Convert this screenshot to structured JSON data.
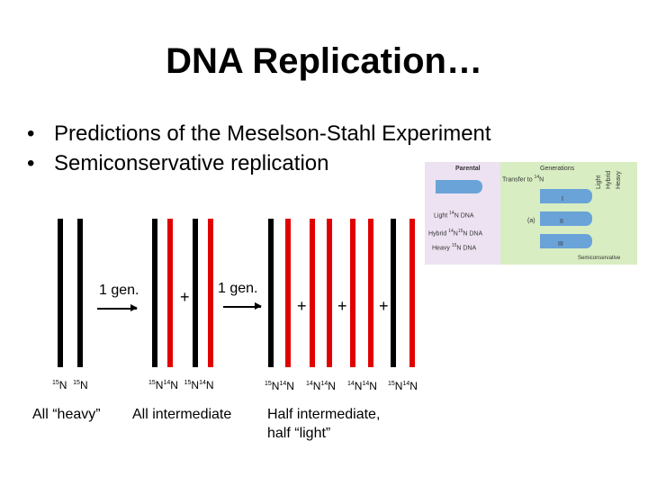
{
  "title": "DNA Replication…",
  "bullets": [
    "Predictions of the Meselson-Stahl Experiment",
    "Semiconservative replication"
  ],
  "generation_labels": [
    "1 gen.",
    "1 gen."
  ],
  "plus": "+",
  "isotopes": {
    "a": "15",
    "b": "14",
    "n": "N"
  },
  "captions": {
    "heavy": "All “heavy”",
    "intermediate": "All intermediate",
    "half_1": "Half intermediate,",
    "half_2": "half “light”"
  },
  "figure": {
    "parental": "Parental",
    "generations": "Generations",
    "transfer_to": "Transfer to",
    "light": "Light",
    "hybrid": "Hybrid",
    "heavy": "Heavy",
    "dna": "DNA",
    "gen_1": "I",
    "gen_2": "II",
    "gen_3": "III",
    "a": "(a)",
    "semiconservative": "Semiconservative",
    "col_light": "Light",
    "col_hybrid": "Hybrid",
    "col_heavy": "Heavy"
  },
  "colors": {
    "old_strand": "#000000",
    "new_strand": "#e00000"
  }
}
